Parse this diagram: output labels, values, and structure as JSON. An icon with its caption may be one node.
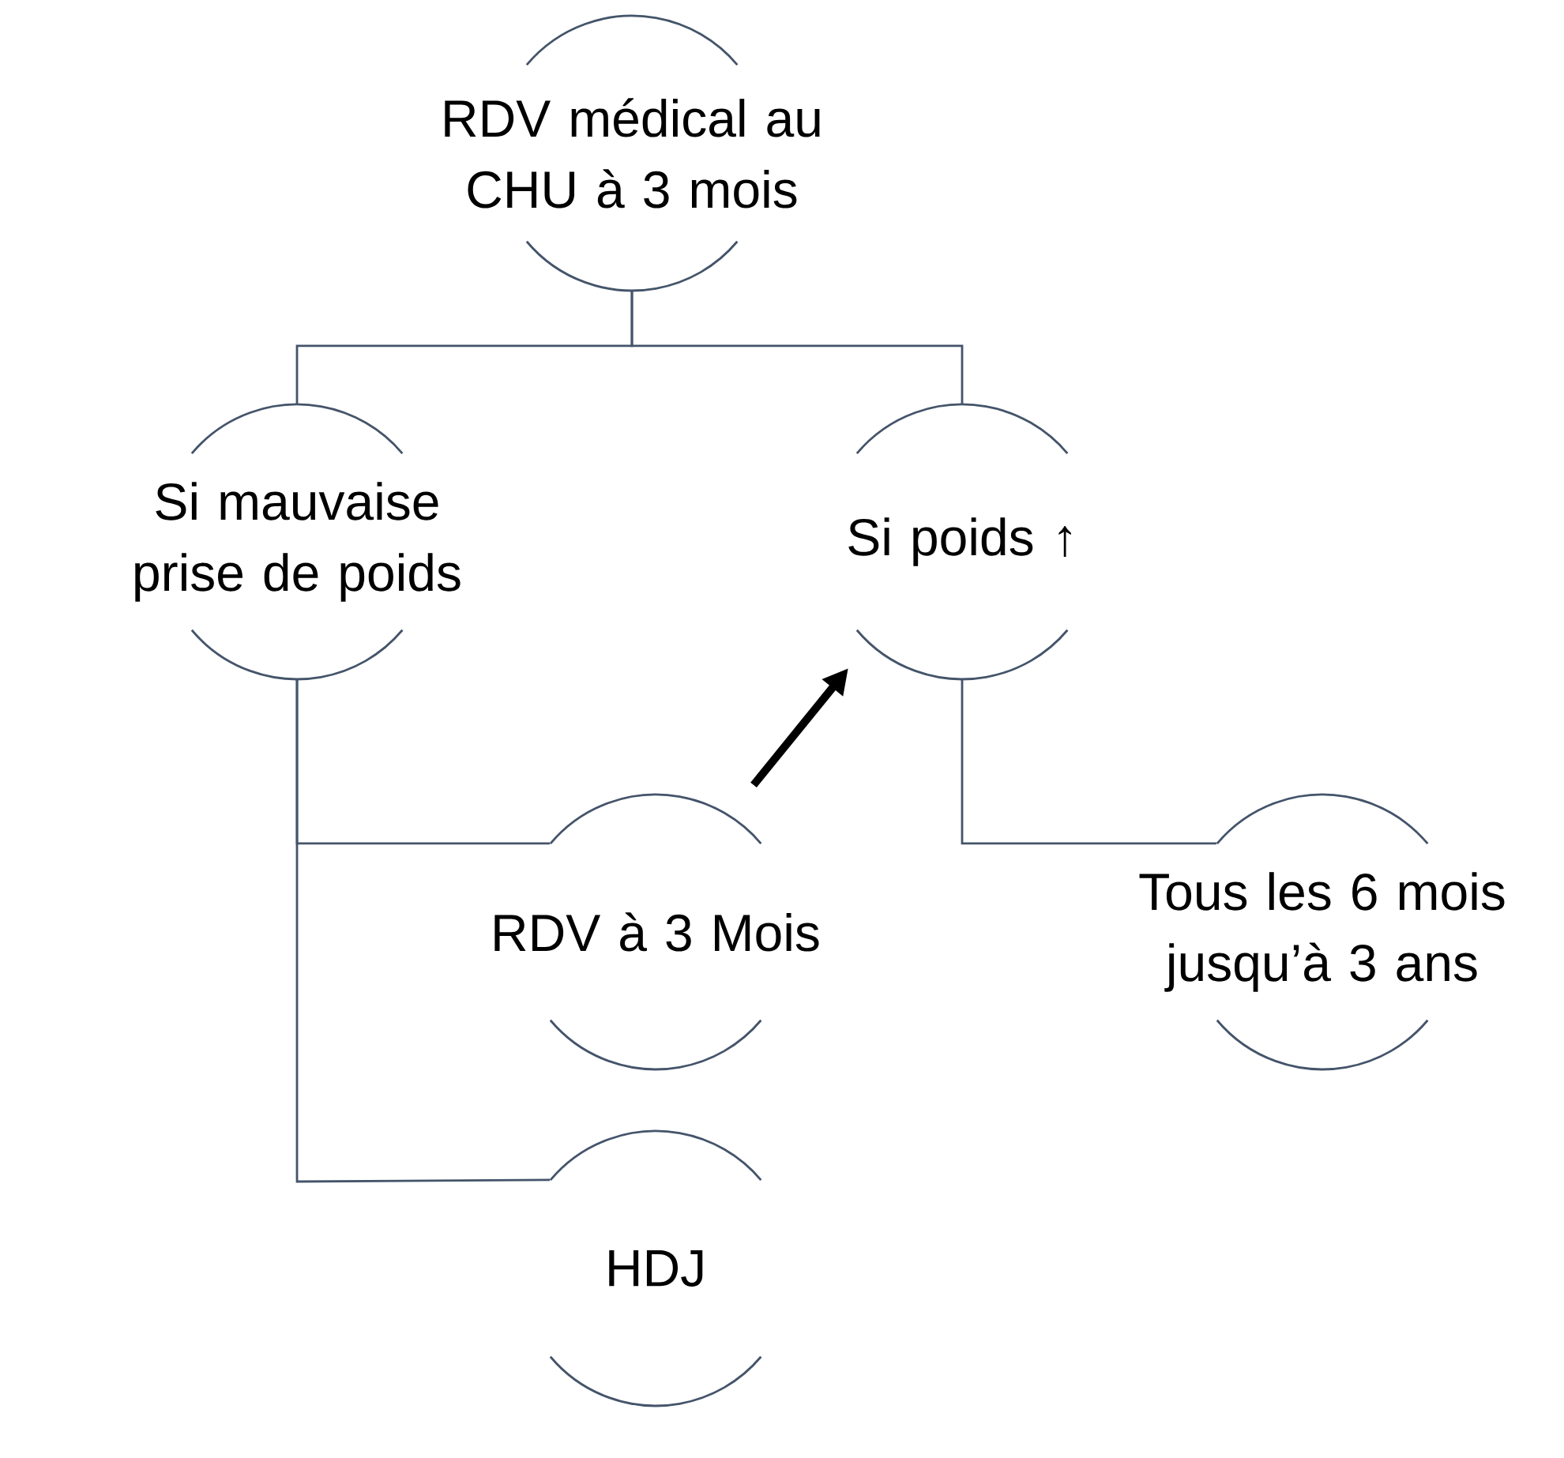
{
  "diagram": {
    "nodes": [
      {
        "text": [
          "RDV médical au CHU à 3 mois"
        ]
      },
      {
        "text": [
          "Si mauvaise prise de poids"
        ]
      },
      {
        "text": [
          "Si poids ↑"
        ]
      },
      {
        "text": [
          "RDV à 3 Mois"
        ]
      },
      {
        "text": [
          "Tous les 6 mois jusqu’à 3 ans"
        ]
      },
      {
        "text": [
          "HDJ"
        ]
      }
    ],
    "edges": [
      {
        "from": 0,
        "to": 1,
        "arrow": "none"
      },
      {
        "from": 0,
        "to": 2,
        "arrow": "none"
      },
      {
        "from": 1,
        "to": 3,
        "arrow": "none"
      },
      {
        "from": 1,
        "to": 5,
        "arrow": "none"
      },
      {
        "from": 2,
        "to": 4,
        "arrow": "none"
      },
      {
        "from": 3,
        "to": 2,
        "arrow": "to",
        "style": "thick",
        "color": "#000000"
      }
    ]
  }
}
